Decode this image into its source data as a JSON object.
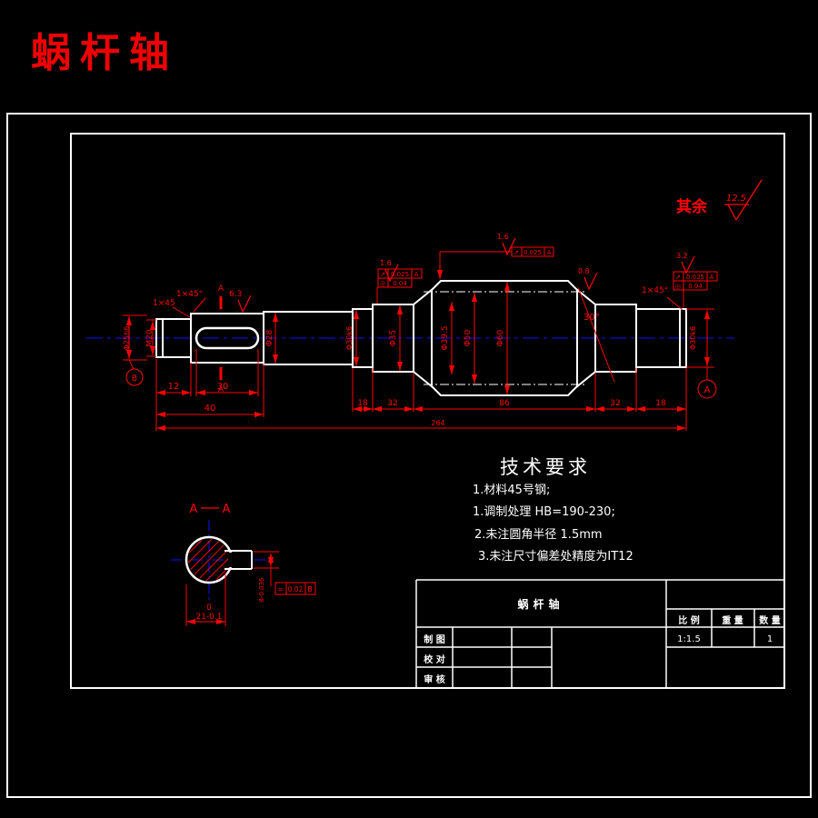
{
  "title": "蜗杆轴",
  "colors": {
    "dimension": "#ff0000",
    "outline": "#ffffff",
    "centerline": "#0f0fff",
    "background": "#000000"
  },
  "corner_note": {
    "label": "其余",
    "value": "12.5"
  },
  "dims": {
    "h": [
      "12",
      "30",
      "40",
      "18",
      "32",
      "86",
      "32",
      "18"
    ],
    "total": "264",
    "diameters": {
      "left_seat": "Φ25h6",
      "thread": "M20",
      "d28": "Φ28",
      "bearing_left": "Φ30k6",
      "d35": "Φ35",
      "worm_root": "Φ39.5",
      "worm_pitch": "Φ50",
      "worm_od": "Φ60",
      "bearing_right": "Φ30k6"
    },
    "chamfer_left_1": "1×45",
    "chamfer_left_2": "1×45°",
    "chamfer_right": "1×45°",
    "angle": "30°"
  },
  "roughness": {
    "keyway_top": "6.3",
    "bearing_left": "1.6",
    "worm": "1.6",
    "taper_right": "0.8",
    "bearing_right": "3.2"
  },
  "datums": {
    "a": "A",
    "b": "B"
  },
  "section_mark": {
    "letter": "A"
  },
  "gdt": {
    "left": {
      "r1": {
        "sym": "↗",
        "val": "0.025",
        "ref": "A"
      },
      "r2": {
        "sym": "◎",
        "val": "0.04"
      }
    },
    "worm": {
      "r1": {
        "sym": "↗",
        "val": "0.025",
        "ref": "A"
      }
    },
    "right": {
      "r1": {
        "sym": "↗",
        "val": "0.025",
        "ref": "A"
      },
      "r2": {
        "sym": "◎",
        "val": "0.04"
      }
    }
  },
  "section": {
    "letter": "A",
    "depth_upper": "0",
    "depth": "21-0.1",
    "key_width": "8-0.036",
    "frame": {
      "sym": "=",
      "val": "0.02",
      "ref": "B"
    }
  },
  "tech": {
    "title": "技术要求",
    "lines": [
      "1.材料45号钢;",
      "1.调制处理 HB=190-230;",
      "2.未注圆角半径 1.5mm",
      "3.未注尺寸偏差处精度为IT12"
    ]
  },
  "title_block": {
    "part_name": "蜗杆轴",
    "scale_label": "比 例",
    "weight_label": "重 量",
    "qty_label": "数 量",
    "scale": "1:1.5",
    "qty": "1",
    "rows": [
      "制 图",
      "校 对",
      "审 核"
    ]
  }
}
